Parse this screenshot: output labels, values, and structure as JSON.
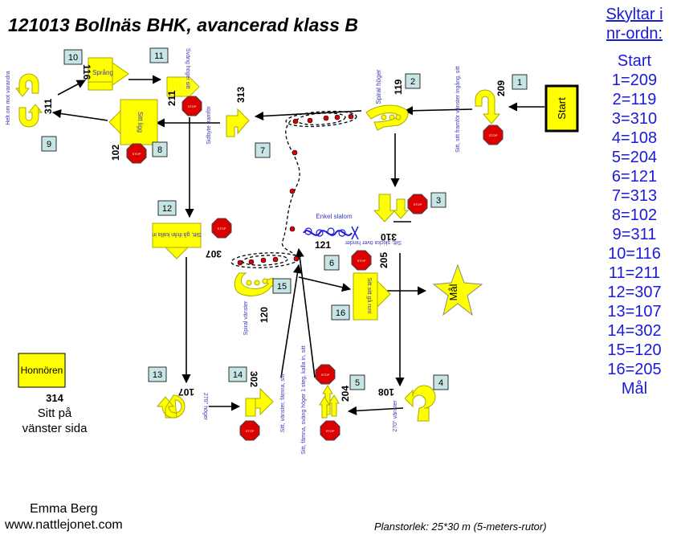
{
  "title": "121013 Bollnäs BHK, avancerad klass B",
  "legend": {
    "heading_line1": "Skyltar i",
    "heading_line2": "nr-ordn:",
    "start": "Start",
    "items": [
      "1=209",
      "2=119",
      "3=310",
      "4=108",
      "5=204",
      "6=121",
      "7=313",
      "8=102",
      "9=311",
      "10=116",
      "11=211",
      "12=307",
      "13=107",
      "14=302",
      "15=120",
      "16=205"
    ],
    "end": "Mål"
  },
  "credit": {
    "author": "Emma Berg",
    "site": "www.nattlejonet.com"
  },
  "plan_size": "Planstorlek: 25*30 m (5-meters-rutor)",
  "honnor": {
    "box_label": "Honnören",
    "number": "314",
    "text_line1": "Sitt på",
    "text_line2": "vänster sida"
  },
  "start_label": "Start",
  "goal_label": "Mål",
  "stop_label": "STOP",
  "order_labels": [
    "1",
    "2",
    "3",
    "4",
    "5",
    "6",
    "7",
    "8",
    "9",
    "10",
    "11",
    "12",
    "13",
    "14",
    "15",
    "16"
  ],
  "signs": {
    "s1": {
      "number": "209",
      "text": "Sitt, sitt framför vänster ingång, sitt"
    },
    "s2": {
      "number": "119",
      "text": "Spiral höger"
    },
    "s3": {
      "number": "310",
      "text": "Sitt, skicka över hinder"
    },
    "s4": {
      "number": "108",
      "text": "270° vänster"
    },
    "s5": {
      "number": "204",
      "text": "Sitt, fämna, sväng höger 1 steg, kalla in, sitt"
    },
    "s6": {
      "number": "121",
      "text": "Enkel slalom"
    },
    "s7": {
      "number": "313",
      "text": "Sidbyte framför"
    },
    "s8": {
      "number": "102",
      "text": "Sitt ligg"
    },
    "s9": {
      "number": "311",
      "text": "Helt om mot varandra"
    },
    "s10": {
      "number": "116",
      "text": "Språng"
    },
    "s11": {
      "number": "211",
      "text": "Sväng höger sitt"
    },
    "s12": {
      "number": "307",
      "text": "Sitt, gå ifrån kalla in"
    },
    "s13": {
      "number": "107",
      "text": "270° höger"
    },
    "s14": {
      "number": "302",
      "text": "Sitt, vänster, fämna, sitt"
    },
    "s15": {
      "number": "120",
      "text": "Spiral vänster"
    },
    "s16": {
      "number": "205",
      "text": "Sitt sitt gå runt"
    }
  },
  "colors": {
    "sign": "#ffff00",
    "stop": "#dd0000",
    "arrow": "#eeee22",
    "order_box": "#c7e5e5",
    "legend": "#1a1adb",
    "sign_text": "#3a3ab8"
  }
}
